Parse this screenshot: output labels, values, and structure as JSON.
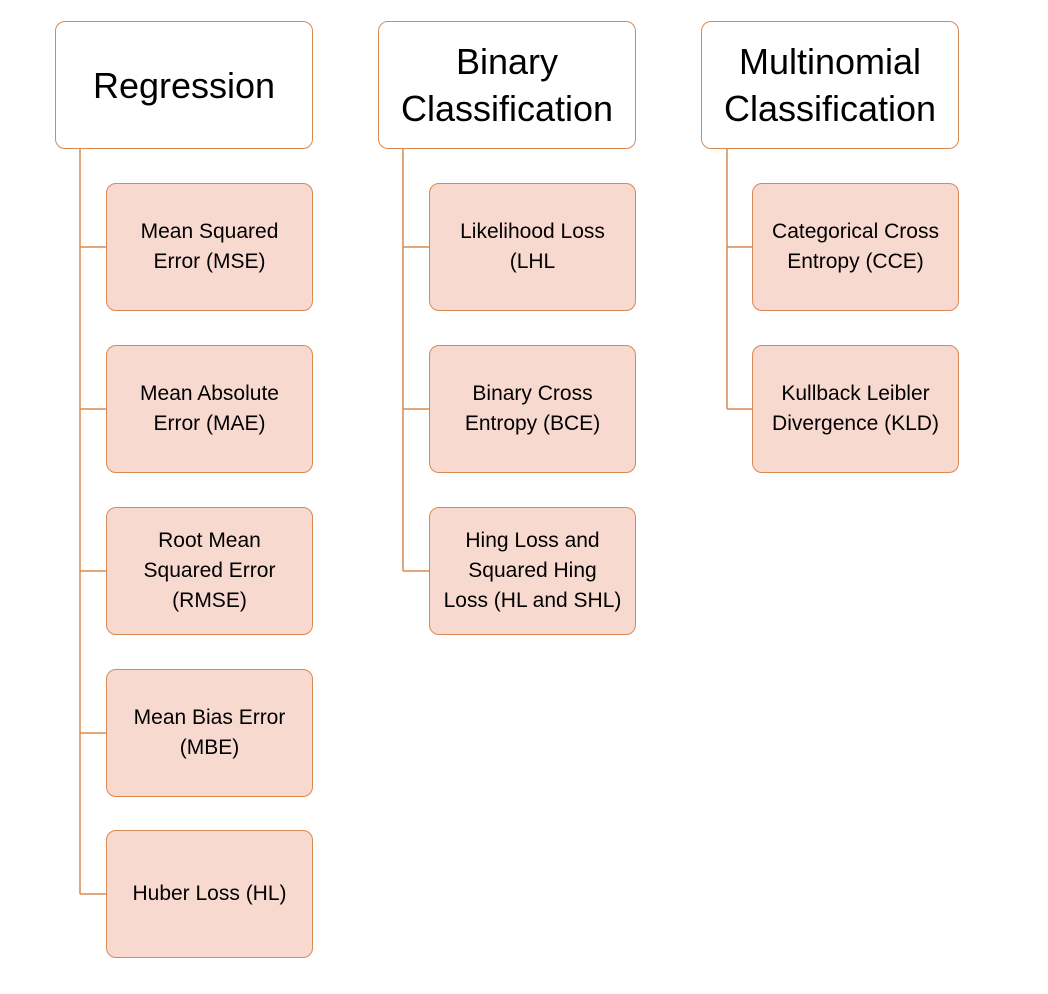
{
  "diagram": {
    "columns": [
      {
        "title": "Regression",
        "items": [
          "Mean Squared\nError (MSE)",
          "Mean Absolute\nError (MAE)",
          "Root Mean\nSquared Error\n(RMSE)",
          "Mean Bias Error\n(MBE)",
          "Huber Loss (HL)"
        ]
      },
      {
        "title": "Binary\nClassification",
        "items": [
          "Likelihood Loss\n(LHL",
          "Binary Cross\nEntropy (BCE)",
          "Hing Loss and\nSquared Hing\nLoss (HL and SHL)"
        ]
      },
      {
        "title": "Multinomial\nClassification",
        "items": [
          "Categorical Cross\nEntropy (CCE)",
          "Kullback Leibler\nDivergence (KLD)"
        ]
      }
    ],
    "colors": {
      "border": "#d98a52",
      "item_fill": "#f8d9cf",
      "header_fill": "#ffffff"
    }
  }
}
